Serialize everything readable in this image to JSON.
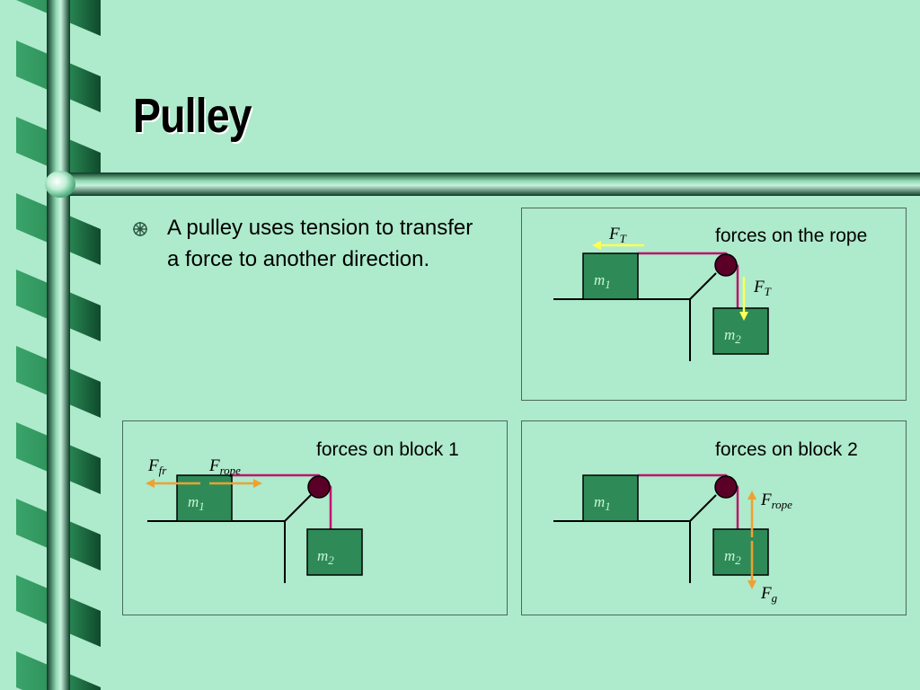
{
  "slide": {
    "title": "Pulley",
    "bullet": "A pulley uses tension to transfer a force to another direction.",
    "colors": {
      "background": "#aeeacc",
      "block": "#2e8b57",
      "rope": "#c0146c",
      "pulley": "#5a0026",
      "force_tension": "#ffff55",
      "force_other": "#f0a030"
    }
  },
  "panels": {
    "rope": {
      "title": "forces on the rope",
      "block1": {
        "label": "m",
        "sub": "1"
      },
      "block2": {
        "label": "m",
        "sub": "2"
      },
      "force_horizontal": {
        "label": "F",
        "sub": "T"
      },
      "force_vertical": {
        "label": "F",
        "sub": "T"
      }
    },
    "block1": {
      "title": "forces on block 1",
      "block1": {
        "label": "m",
        "sub": "1"
      },
      "block2": {
        "label": "m",
        "sub": "2"
      },
      "force_friction": {
        "label": "F",
        "sub": "fr"
      },
      "force_rope": {
        "label": "F",
        "sub": "rope"
      }
    },
    "block2": {
      "title": "forces on block 2",
      "block1": {
        "label": "m",
        "sub": "1"
      },
      "block2": {
        "label": "m",
        "sub": "2"
      },
      "force_rope": {
        "label": "F",
        "sub": "rope"
      },
      "force_gravity": {
        "label": "F",
        "sub": "g"
      }
    }
  }
}
